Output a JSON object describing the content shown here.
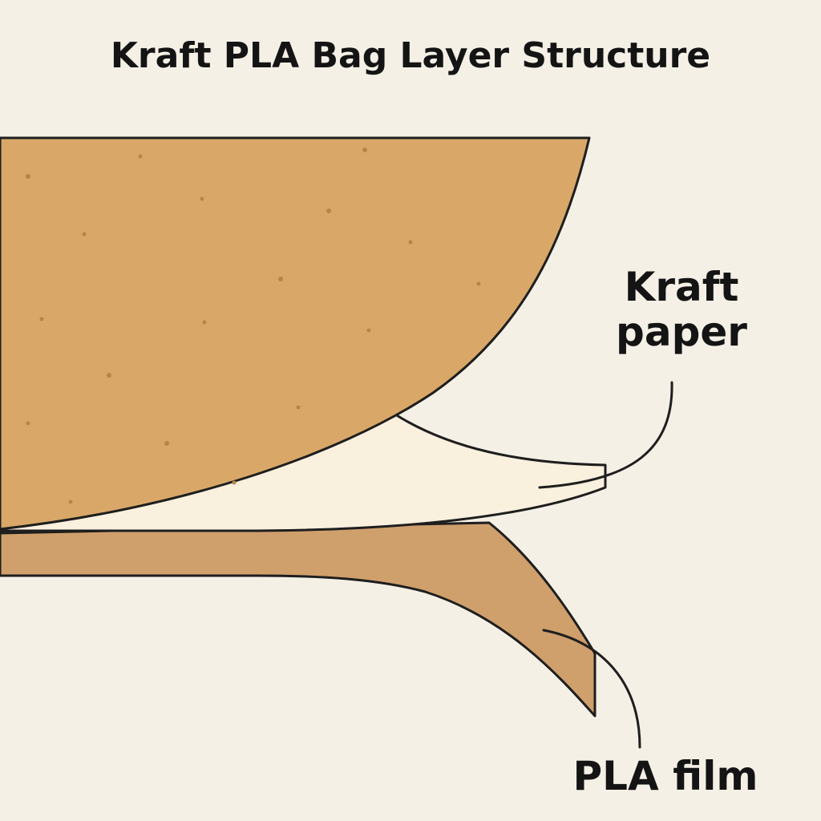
{
  "title": "Kraft PLA Bag Layer Structure",
  "labels": {
    "kraft_paper_line1": "Kraft",
    "kraft_paper_line2": "paper",
    "pla_film": "PLA film"
  },
  "colors": {
    "background": "#f5f0e6",
    "kraft_paper": "#d9a868",
    "inner_layer": "#faf0de",
    "pla_film": "#cf9f6c",
    "outline": "#1e1e1e",
    "speckle": "#b8844a"
  }
}
